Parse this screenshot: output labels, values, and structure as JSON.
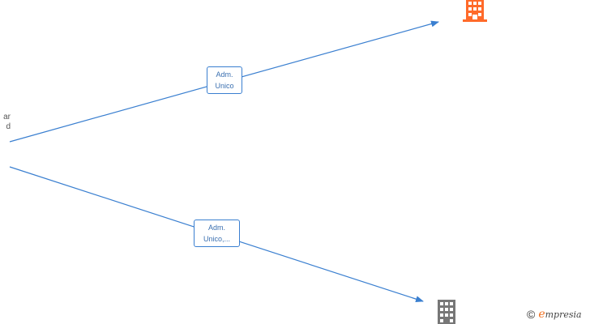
{
  "person": {
    "line1": "ar",
    "line2": "d"
  },
  "edges": [
    {
      "label_line1": "Adm.",
      "label_line2": "Unico"
    },
    {
      "label_line1": "Adm.",
      "label_line2": "Unico,..."
    }
  ],
  "companies": [
    {
      "icon": "building-icon",
      "color": "#ff6a2a"
    },
    {
      "icon": "building-icon",
      "color": "#777777"
    }
  ],
  "edge_color": "#3a7fd0",
  "brand": {
    "copyright": "©",
    "e": "e",
    "rest": "mpresia"
  }
}
